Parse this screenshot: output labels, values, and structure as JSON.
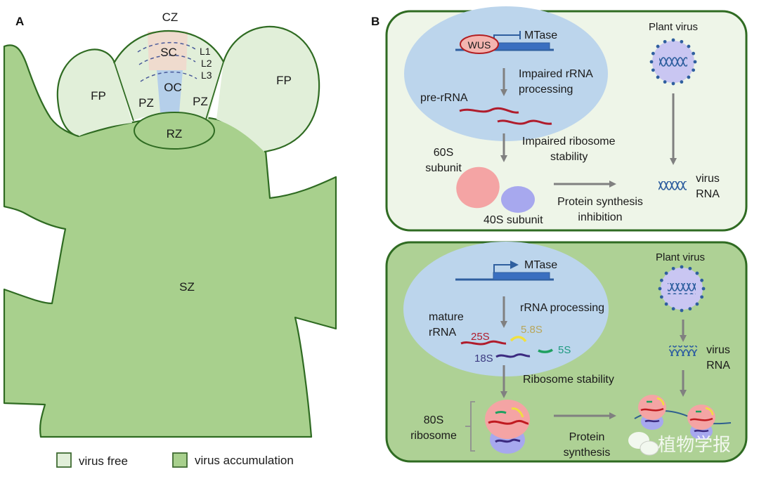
{
  "panel_a": {
    "letter": "A",
    "zones": {
      "cz": "CZ",
      "sc": "SC",
      "oc": "OC",
      "pz_left": "PZ",
      "pz_right": "PZ",
      "rz": "RZ",
      "fp_left": "FP",
      "fp_right": "FP",
      "sz": "SZ",
      "l1": "L1",
      "l2": "L2",
      "l3": "L3"
    },
    "legend": [
      {
        "label": "virus free",
        "color": "#e1efd9"
      },
      {
        "label": "virus accumulation",
        "color": "#a8d08d"
      }
    ]
  },
  "panel_b": {
    "letter": "B",
    "top": {
      "wus": "WUS",
      "gene": "MTase",
      "step1": [
        "Impaired rRNA",
        "processing"
      ],
      "pre_rrna": "pre-rRNA",
      "step2": [
        "Impaired ribosome",
        "stability"
      ],
      "sub60": [
        "60S",
        "subunit"
      ],
      "sub40": "40S subunit",
      "outcome": [
        "Protein synthesis",
        "inhibition"
      ],
      "virus": "Plant virus",
      "virus_rna": [
        "virus",
        "RNA"
      ]
    },
    "bottom": {
      "gene": "MTase",
      "step1": "rRNA processing",
      "mature": [
        "mature",
        "rRNA"
      ],
      "r25": "25S",
      "r58": "5.8S",
      "r5": "5S",
      "r18": "18S",
      "step2": "Ribosome stability",
      "ribosome": [
        "80S",
        "ribosome"
      ],
      "outcome": [
        "Protein",
        "synthesis"
      ],
      "virus": "Plant virus",
      "virus_rna": [
        "virus",
        "RNA"
      ]
    }
  },
  "watermark": "植物学报",
  "colors": {
    "outline": "#2f6b22",
    "virus_free": "#e1efd9",
    "virus_accum": "#a8d08d",
    "nucleus": "#bcd5ec",
    "panel_top_bg": "#eef5e8",
    "panel_bot_bg": "#aed195",
    "rrna25": "#b01c2c",
    "rrna58": "#f0e040",
    "rrna5": "#1fa060",
    "rrna18": "#3b2a80",
    "sub60": "#f4a4a4",
    "sub40": "#a7a8ee",
    "arrow": "#808080",
    "dna": "#2f5f9f"
  }
}
